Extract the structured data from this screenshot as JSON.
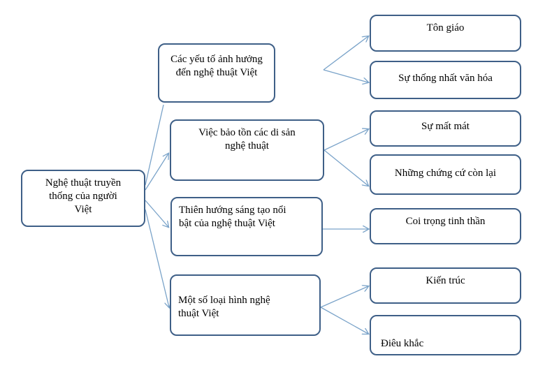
{
  "root": {
    "lines": [
      "Nghệ thuật truyền",
      "thống của người",
      "Việt"
    ]
  },
  "branches": [
    {
      "lines": [
        "Các yếu tố ảnh hưởng",
        "đến nghệ thuật Việt"
      ],
      "children": [
        "Tôn giáo",
        "Sự thống nhất văn hóa"
      ]
    },
    {
      "lines": [
        "Việc bảo tồn các di sản",
        "nghệ thuật"
      ],
      "children": [
        "Sự mất mát",
        "Những chứng cứ còn lại"
      ]
    },
    {
      "lines": [
        "Thiên hướng sáng tạo nổi",
        "bật của nghệ thuật Việt"
      ],
      "children": [
        "Coi trọng tinh thần"
      ]
    },
    {
      "lines": [
        "Một số loại hình nghệ",
        "thuật Việt"
      ],
      "children": [
        "Kiến trúc",
        "Điêu khắc"
      ]
    }
  ],
  "colors": {
    "border": "#3e5f87",
    "arrow": "#7aa3c9"
  }
}
